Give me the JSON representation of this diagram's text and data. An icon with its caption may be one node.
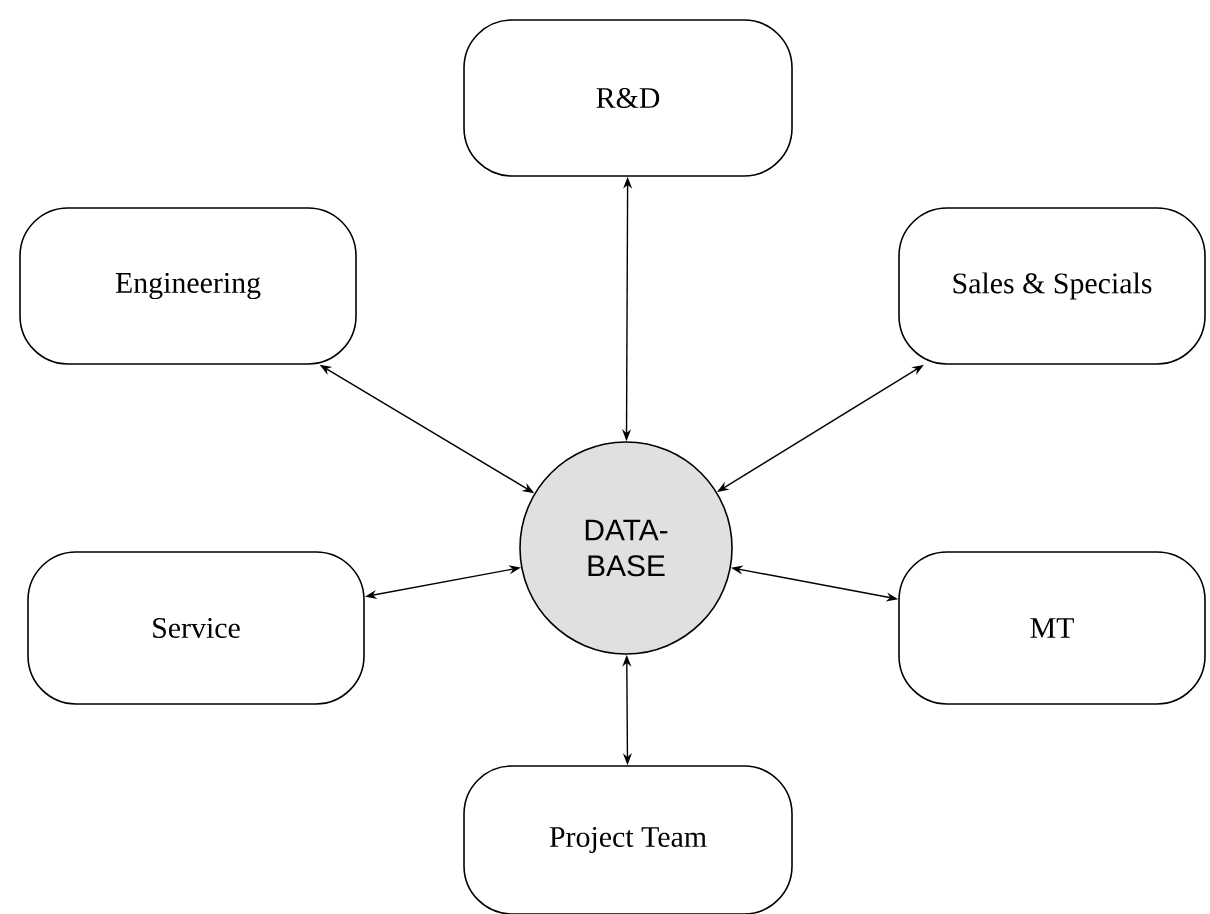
{
  "diagram": {
    "nodes": [
      {
        "text": [
          "R&D"
        ]
      },
      {
        "text": [
          "Engineering"
        ]
      },
      {
        "text": [
          "Sales & Specials"
        ]
      },
      {
        "text": [
          "DATA- BASE"
        ]
      },
      {
        "text": [
          "Service"
        ]
      },
      {
        "text": [
          "MT"
        ]
      },
      {
        "text": [
          "Project Team"
        ]
      }
    ],
    "edges": [
      {
        "from": 3,
        "to": 0,
        "arrow": "both"
      },
      {
        "from": 3,
        "to": 1,
        "arrow": "both"
      },
      {
        "from": 3,
        "to": 2,
        "arrow": "both"
      },
      {
        "from": 3,
        "to": 4,
        "arrow": "both"
      },
      {
        "from": 3,
        "to": 5,
        "arrow": "both"
      },
      {
        "from": 3,
        "to": 6,
        "arrow": "both"
      }
    ]
  }
}
